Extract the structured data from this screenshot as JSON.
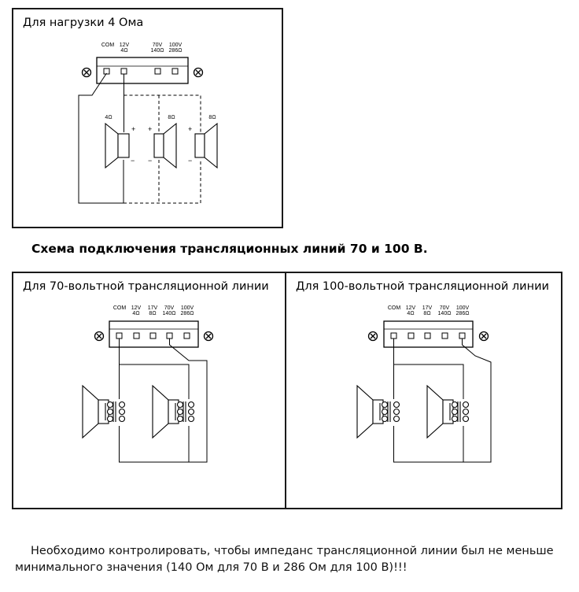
{
  "panel_4ohm": {
    "title": "Для нагрузки 4 Ома",
    "terminal_labels": [
      [
        "COM",
        ""
      ],
      [
        "12V",
        "4Ω"
      ],
      [
        "70V",
        "140Ω"
      ],
      [
        "100V",
        "286Ω"
      ]
    ],
    "speaker_labels": [
      "4Ω",
      "8Ω",
      "8Ω"
    ]
  },
  "section_heading": "Схема подключения трансляционных линий 70 и 100 В.",
  "panel_70v": {
    "title": "Для 70-вольтной трансляционной линии",
    "terminal_labels": [
      [
        "COM",
        ""
      ],
      [
        "12V",
        "4Ω"
      ],
      [
        "17V",
        "8Ω"
      ],
      [
        "70V",
        "140Ω"
      ],
      [
        "100V",
        "286Ω"
      ]
    ]
  },
  "panel_100v": {
    "title": "Для 100-вольтной трансляционной линии",
    "terminal_labels": [
      [
        "COM",
        ""
      ],
      [
        "12V",
        "4Ω"
      ],
      [
        "17V",
        "8Ω"
      ],
      [
        "70V",
        "140Ω"
      ],
      [
        "100V",
        "286Ω"
      ]
    ]
  },
  "polarity": {
    "plus": "+",
    "minus": "−"
  },
  "footnote": "Необходимо контролировать, чтобы импеданс трансляционной линии был не меньше минимального значения (140 Ом для 70 В и 286 Ом для 100 В)!!!"
}
